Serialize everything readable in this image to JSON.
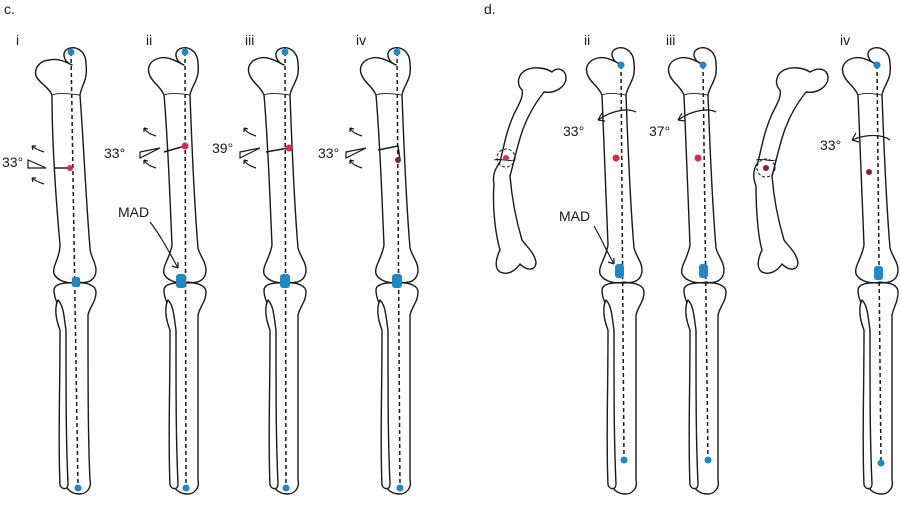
{
  "figure": {
    "panel_c": {
      "letter": "c.",
      "sub_labels": [
        "i",
        "ii",
        "iii",
        "iv"
      ],
      "angles": [
        "33°",
        "33°",
        "39°",
        "33°"
      ],
      "mad_label": "MAD"
    },
    "panel_d": {
      "letter": "d.",
      "sub_labels": [
        "ii",
        "iii",
        "iv"
      ],
      "angles": [
        "33°",
        "37°",
        "33°"
      ],
      "mad_label": "MAD"
    },
    "colors": {
      "femoral_head_center": "#1e88c8",
      "knee_center": "#1e88c8",
      "ankle_center": "#1e88c8",
      "osteotomy_point": "#d62d4a",
      "osteotomy_point_dark": "#8a1f36",
      "outline": "#1a1a1a"
    },
    "markers": {
      "femoral_head": "femoral-head-center-marker",
      "knee": "knee-center-marker",
      "ankle": "ankle-center-marker",
      "osteotomy": "osteotomy-site-marker"
    }
  }
}
